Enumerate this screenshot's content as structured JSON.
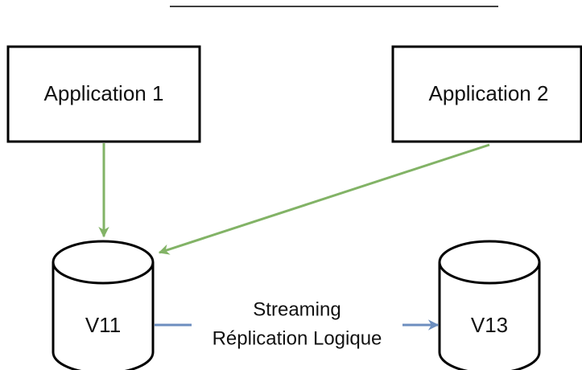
{
  "nodes": {
    "app1": {
      "label": "Application 1"
    },
    "app2": {
      "label": "Application 2"
    },
    "db_source": {
      "label": "V11"
    },
    "db_target": {
      "label": "V13"
    }
  },
  "edges": {
    "replication": {
      "label_line1": "Streaming",
      "label_line2": "Réplication Logique"
    }
  },
  "colors": {
    "app_arrow": "#82b366",
    "replication_arrow": "#6c8ebf",
    "stroke": "#000000"
  }
}
